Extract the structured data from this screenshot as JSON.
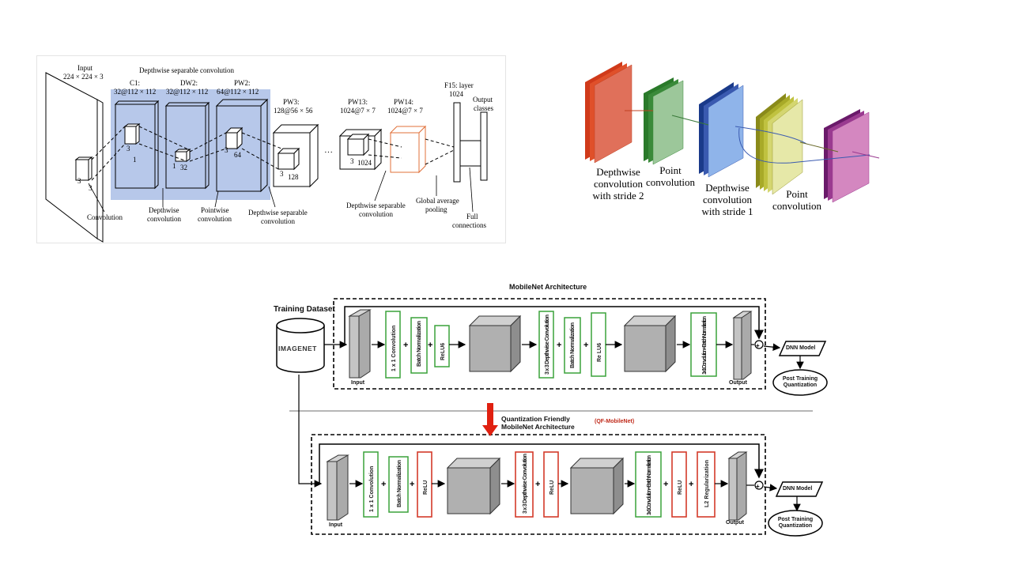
{
  "panel_a": {
    "title": "Depthwise separable convolution",
    "input": "Input",
    "input_dim": "224 × 224 × 3",
    "c1": "C1:",
    "c1_dim": "32@112 × 112",
    "dw2": "DW2:",
    "dw2_dim": "32@112 × 112",
    "pw2": "PW2:",
    "pw2_dim": "64@112 × 112",
    "pw3": "PW3:",
    "pw3_dim": "128@56 × 56",
    "pw13": "PW13:",
    "pw13_dim": "1024@7 × 7",
    "pw14": "PW14:",
    "pw14_dim": "1024@7 × 7",
    "f15": "F15: layer",
    "f15_dim": "1024",
    "output": "Output",
    "output2": "classes",
    "ellipsis": "···",
    "nums": {
      "k3": "3",
      "k1": "1",
      "k32": "32",
      "k64": "64",
      "k128": "128",
      "k1024": "1024"
    },
    "lbl_convolution": "Convolution",
    "lbl_depthwise1": "Depthwise",
    "lbl_depthwise2": "convolution",
    "lbl_pointwise1": "Pointwise",
    "lbl_pointwise2": "convolution",
    "lbl_dsc1": "Depthwise separable",
    "lbl_dsc2": "convolution",
    "lbl_gap1": "Global average",
    "lbl_gap2": "pooling",
    "lbl_full1": "Full",
    "lbl_full2": "connections"
  },
  "panel_b": {
    "l1a": "Depthwise",
    "l1b": "convolution",
    "l1c": "with stride 2",
    "l2a": "Point",
    "l2b": "convolution",
    "l3a": "Depthwise",
    "l3b": "convolution",
    "l3c": "with stride 1",
    "l4a": "Point",
    "l4b": "convolution",
    "colors": {
      "red": "#e0705a",
      "green": "#9cc79a",
      "blue": "#8fb4ea",
      "yellow": "#e6e8a8",
      "pink": "#d487c0"
    }
  },
  "panel_c": {
    "title_top": "MobileNet Architecture",
    "training_dataset": "Training Dataset",
    "imagenet": "IMAGENET",
    "input": "Input",
    "output": "Output",
    "top_blocks": {
      "conv1": "1 x 1 Convolution",
      "bn": "Batch Normalization",
      "relu6a": "ReLU6",
      "dw": "3 x 3 Depthwise Convolution",
      "bn2": "Batch Normalization",
      "relu6b": "Re LU6",
      "conv_bn": "1x1 Convolution + Batch Normalization"
    },
    "dnn_model": "DNN Model",
    "ptq": "Post Training Quantization",
    "title_bottom1": "Quantization Friendly",
    "title_bottom2": "MobileNet Architecture",
    "qf_tag": "(QF-MobileNet)",
    "bottom_blocks": {
      "conv1": "1 x 1 Convolution",
      "bn": "Batch Normalization",
      "relu1": "ReLU",
      "dw": "3 x 3 Depthwise Convolution",
      "relu2": "ReLU",
      "conv_bn": "1x1 Convolution + Batch Normalization",
      "relu3": "ReLU",
      "l2": "L2 Regularization"
    },
    "plus": "+",
    "circle_plus": "+",
    "colors": {
      "green": "#3aa23a",
      "red": "#d43a2a",
      "arrow_red": "#e02010"
    }
  }
}
